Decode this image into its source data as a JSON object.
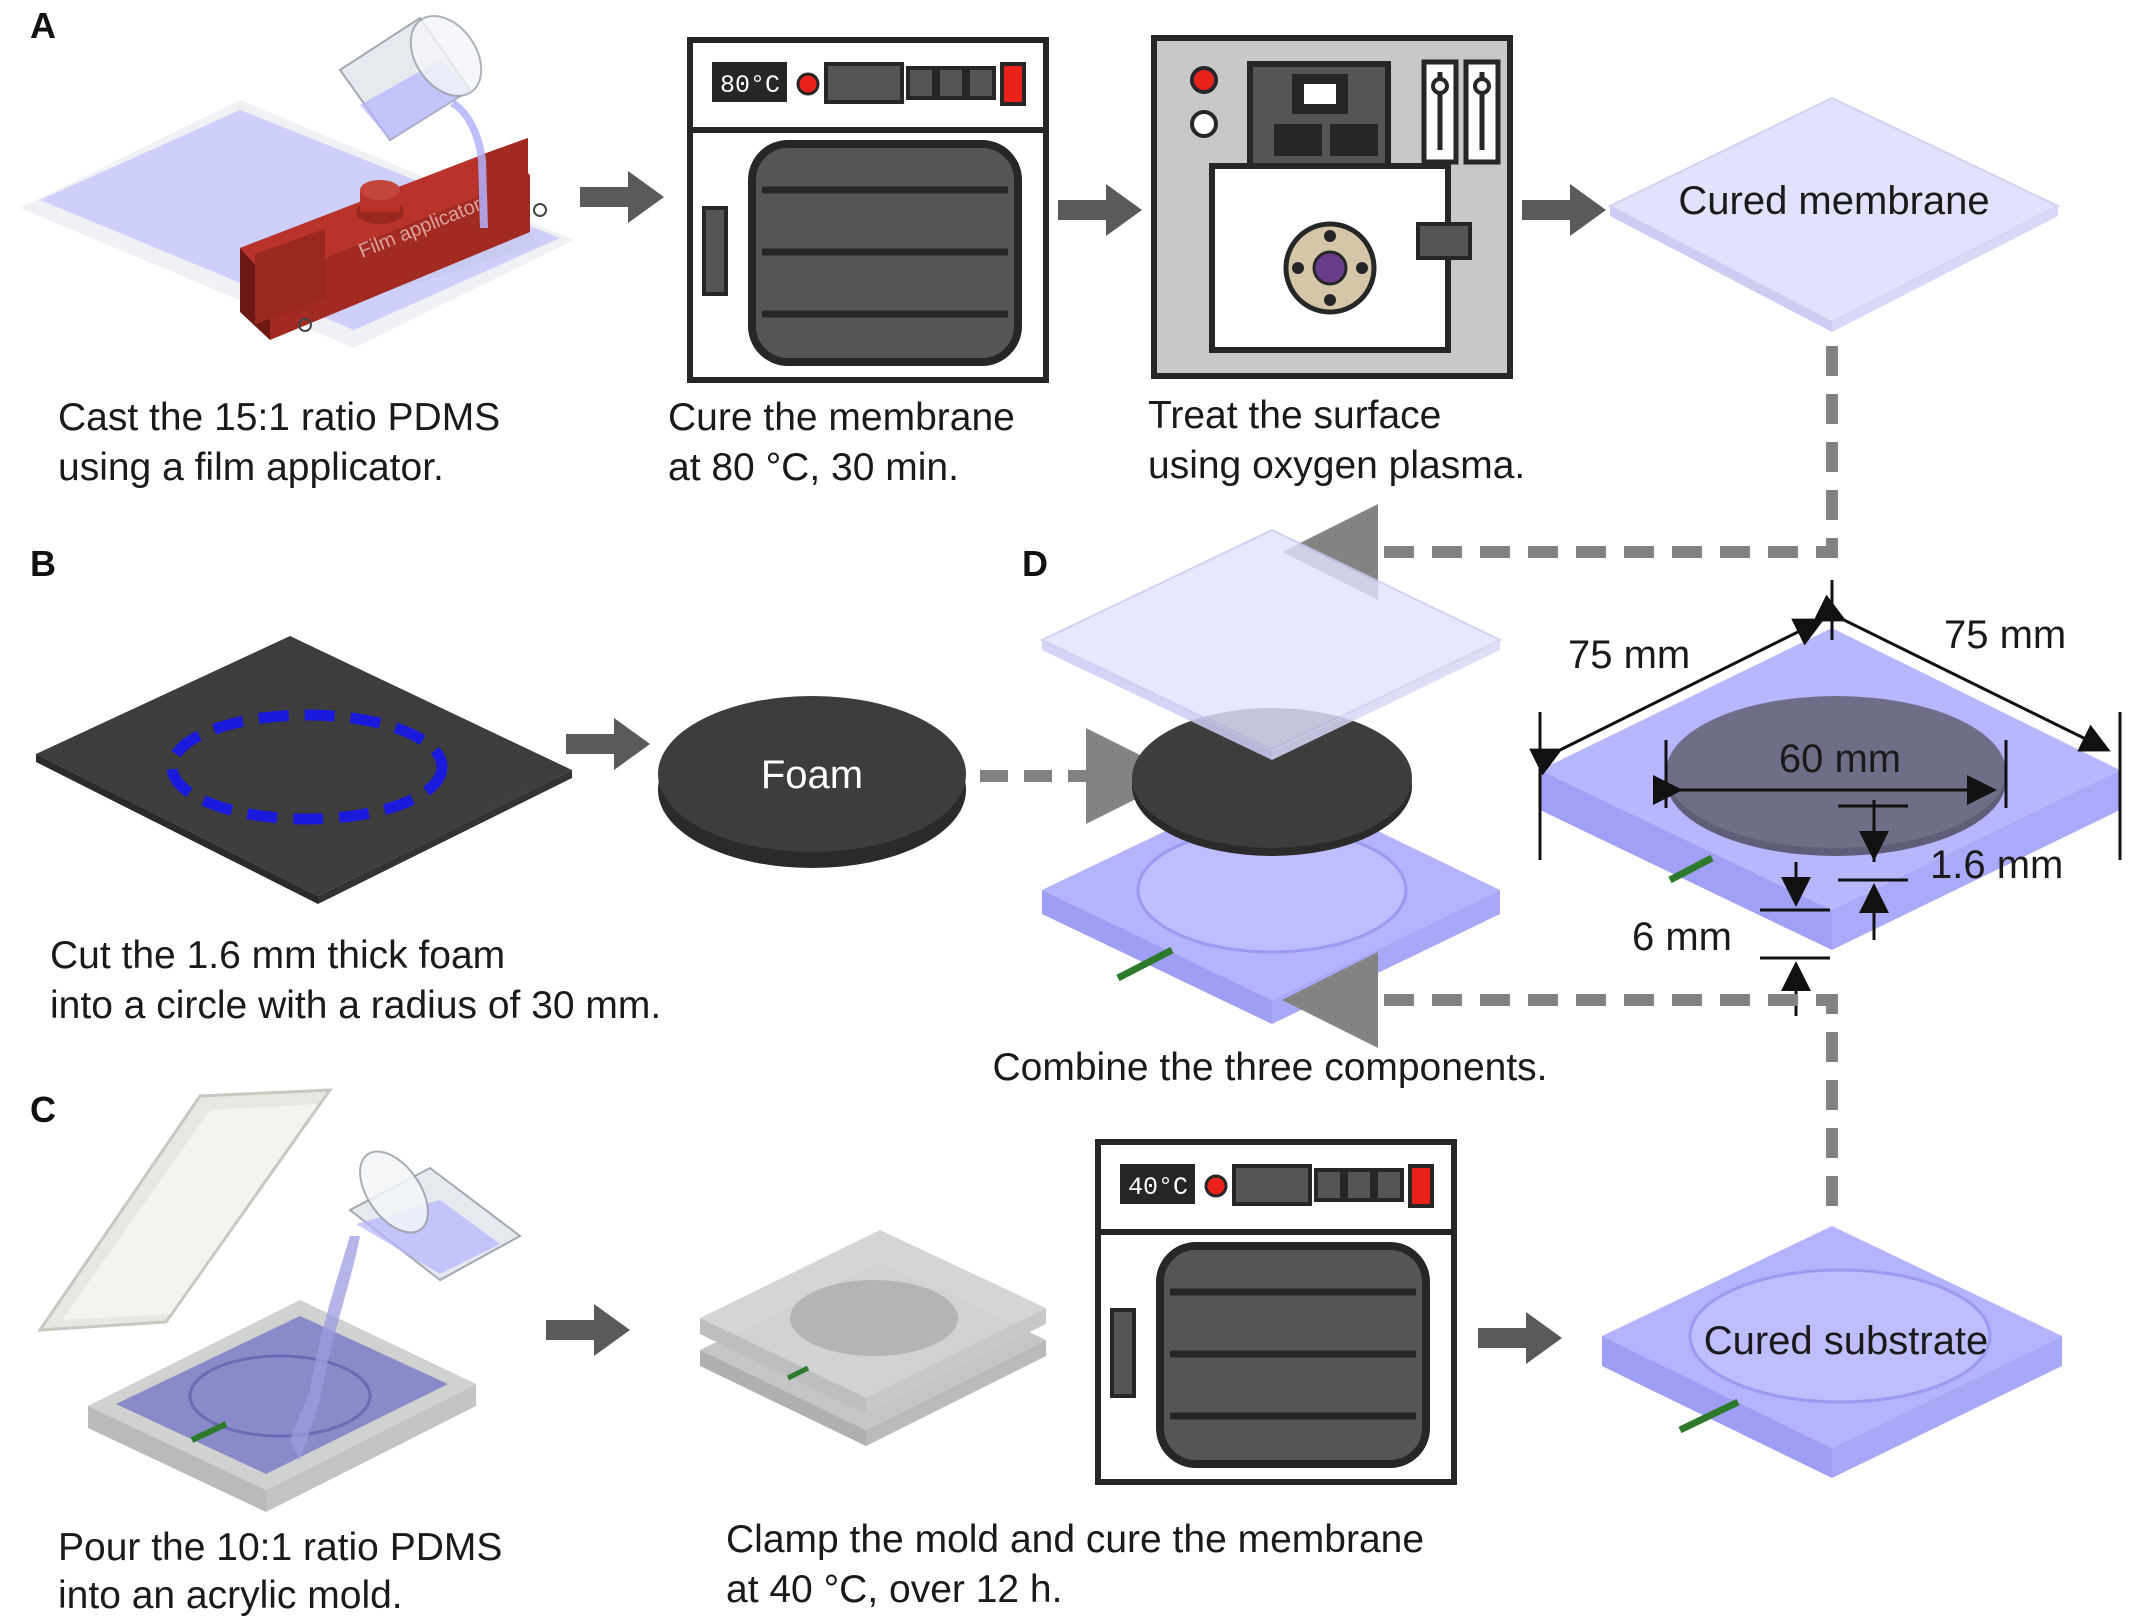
{
  "panels": {
    "a": "A",
    "b": "B",
    "c": "C",
    "d": "D"
  },
  "captions": {
    "cast": [
      "Cast the 15:1 ratio PDMS",
      "using a film applicator."
    ],
    "cure_membrane": [
      "Cure the membrane",
      "at 80 °C, 30 min."
    ],
    "treat": [
      "Treat the surface",
      "using oxygen plasma."
    ],
    "cut": [
      "Cut the 1.6 mm thick foam",
      "into a circle with a radius of 30 mm."
    ],
    "combine": "Combine the three components.",
    "pour": [
      "Pour the 10:1 ratio PDMS",
      "into an acrylic mold."
    ],
    "clamp": [
      "Clamp the mold and cure the membrane",
      "at 40 °C, over 12 h."
    ]
  },
  "labels": {
    "cured_membrane": "Cured membrane",
    "foam": "Foam",
    "cured_substrate": "Cured substrate",
    "film_applicator": "Film applicator"
  },
  "oven_displays": {
    "top": "80°C",
    "bottom": "40°C"
  },
  "dimensions": {
    "side_left": "75 mm",
    "side_right": "75 mm",
    "diameter": "60 mm",
    "foam_thickness": "1.6 mm",
    "substrate_thickness": "6 mm"
  },
  "colors": {
    "pdms": "#b3b3ff",
    "membrane": "#e2e2ff",
    "foam": "#3c3d3c",
    "oven_frame": "#262626",
    "plasma_body": "#c8c8c8",
    "applicator": "#a32a22",
    "arrow": "#5a5a5a",
    "cut_line": "#1a1adc"
  },
  "icons": [
    "pouring-beaker-icon",
    "oven-icon",
    "plasma-cleaner-icon",
    "film-applicator-icon"
  ]
}
